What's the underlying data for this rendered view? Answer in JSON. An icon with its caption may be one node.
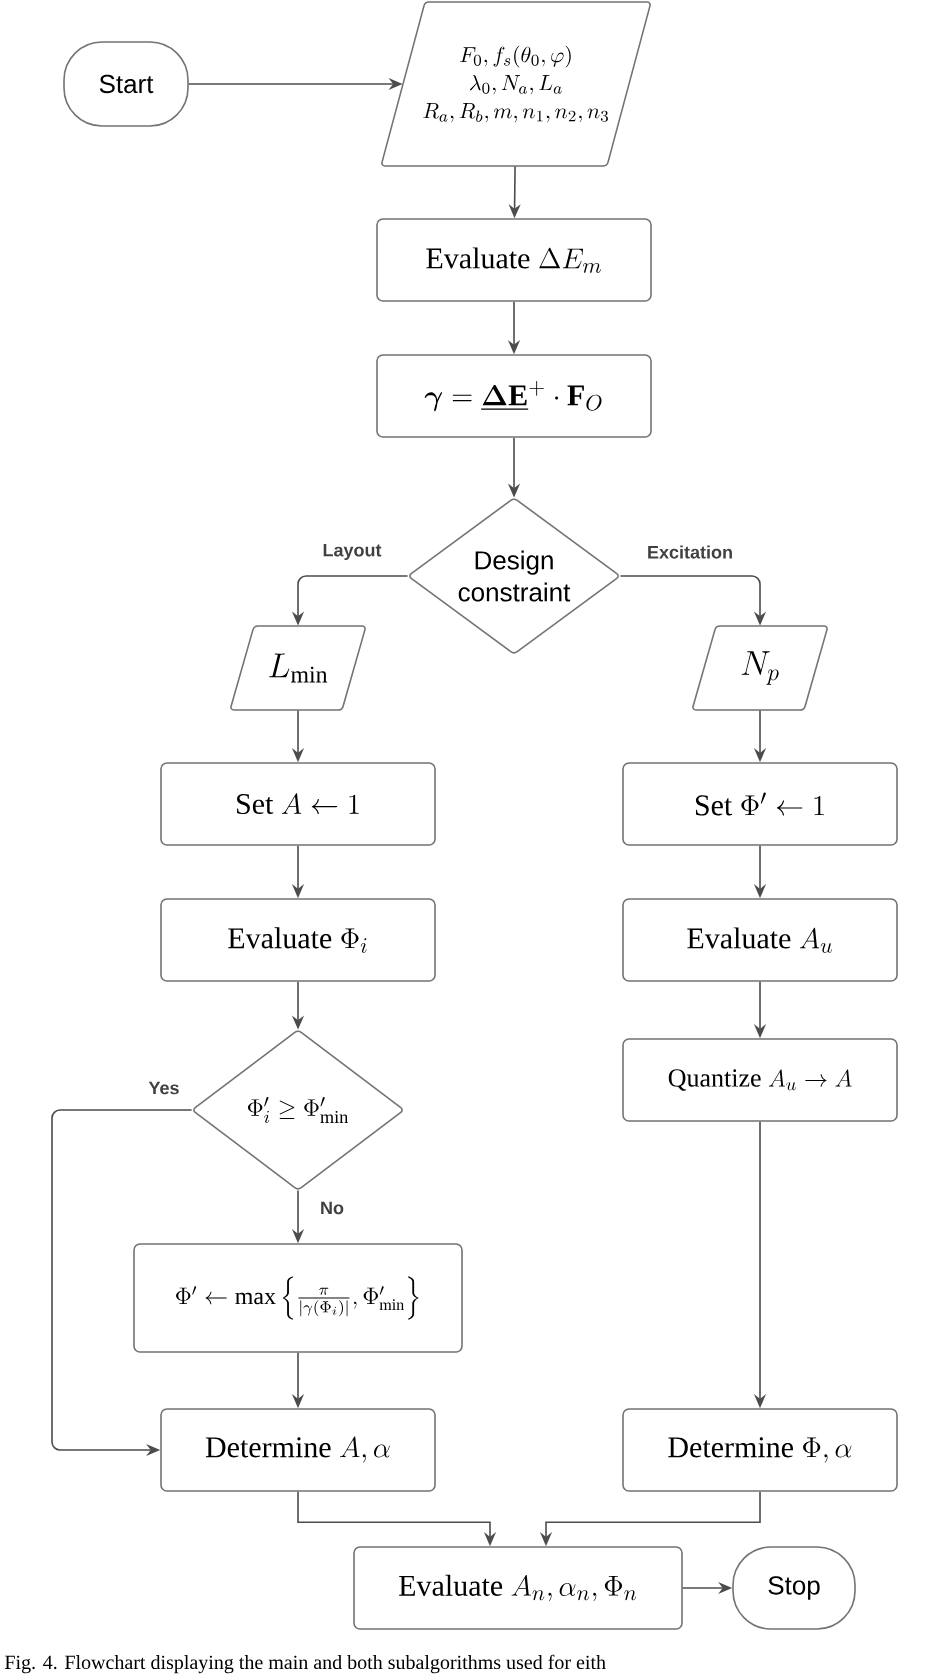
{
  "diagram": {
    "caption": "Fig. 4. Flowchart displaying the main and both subalgorithms used for eith",
    "nodes": [
      {
        "text": [
          "Start"
        ]
      },
      {
        "text": [
          "F_0, f_s(\\theta_0, \\varphi)",
          "\\lambda_0, N_a, L_a",
          "R_a, R_b, m, n_1, n_2, n_3"
        ]
      },
      {
        "text": [
          "\\text{Evaluate } \\Delta E_m"
        ]
      },
      {
        "text": [
          "\\boldsymbol{\\gamma} = \\underline{\\boldsymbol{\\Delta}\\mathbf{E}}^{+} \\cdot \\mathbf{F}_O"
        ]
      },
      {
        "text": [
          "Design constraint"
        ]
      },
      {
        "text": [
          "L_{\\min}"
        ]
      },
      {
        "text": [
          "N_p"
        ]
      },
      {
        "text": [
          "\\text{Set } A \\leftarrow 1"
        ]
      },
      {
        "text": [
          "\\text{Set } \\Phi' \\leftarrow 1"
        ]
      },
      {
        "text": [
          "\\text{Evaluate } \\Phi_i"
        ]
      },
      {
        "text": [
          "\\text{Evaluate } A_u"
        ]
      },
      {
        "text": [
          "\\Phi'_i \\geq \\Phi'_{\\min}"
        ]
      },
      {
        "text": [
          "\\text{Quantize } A_u \\rightarrow A"
        ]
      },
      {
        "text": [
          "\\Phi' \\leftarrow \\max\\left\\{\\frac{\\pi}{|\\gamma(\\Phi_i)|}, \\Phi'_{\\min}\\right\\}"
        ]
      },
      {
        "text": [
          "\\text{Determine } A, \\alpha"
        ]
      },
      {
        "text": [
          "\\text{Determine } \\Phi, \\alpha"
        ]
      },
      {
        "text": [
          "\\text{Evaluate } A_n, \\alpha_n, \\Phi_n"
        ]
      },
      {
        "text": [
          "Stop"
        ]
      }
    ],
    "edges": [
      {
        "from": 0,
        "to": 1,
        "arrow": "to"
      },
      {
        "from": 1,
        "to": 2,
        "arrow": "to"
      },
      {
        "from": 2,
        "to": 3,
        "arrow": "to"
      },
      {
        "from": 3,
        "to": 4,
        "arrow": "to"
      },
      {
        "from": 4,
        "to": 5,
        "arrow": "to",
        "label": "Layout"
      },
      {
        "from": 4,
        "to": 6,
        "arrow": "to",
        "label": "Excitation"
      },
      {
        "from": 5,
        "to": 7,
        "arrow": "to"
      },
      {
        "from": 6,
        "to": 8,
        "arrow": "to"
      },
      {
        "from": 7,
        "to": 9,
        "arrow": "to"
      },
      {
        "from": 8,
        "to": 10,
        "arrow": "to"
      },
      {
        "from": 9,
        "to": 11,
        "arrow": "to"
      },
      {
        "from": 10,
        "to": 12,
        "arrow": "to"
      },
      {
        "from": 11,
        "to": 14,
        "arrow": "to",
        "label": "Yes"
      },
      {
        "from": 11,
        "to": 13,
        "arrow": "to",
        "label": "No"
      },
      {
        "from": 13,
        "to": 14,
        "arrow": "to"
      },
      {
        "from": 12,
        "to": 15,
        "arrow": "to"
      },
      {
        "from": 14,
        "to": 16,
        "arrow": "to"
      },
      {
        "from": 15,
        "to": 16,
        "arrow": "to"
      },
      {
        "from": 16,
        "to": 17,
        "arrow": "to"
      }
    ]
  }
}
